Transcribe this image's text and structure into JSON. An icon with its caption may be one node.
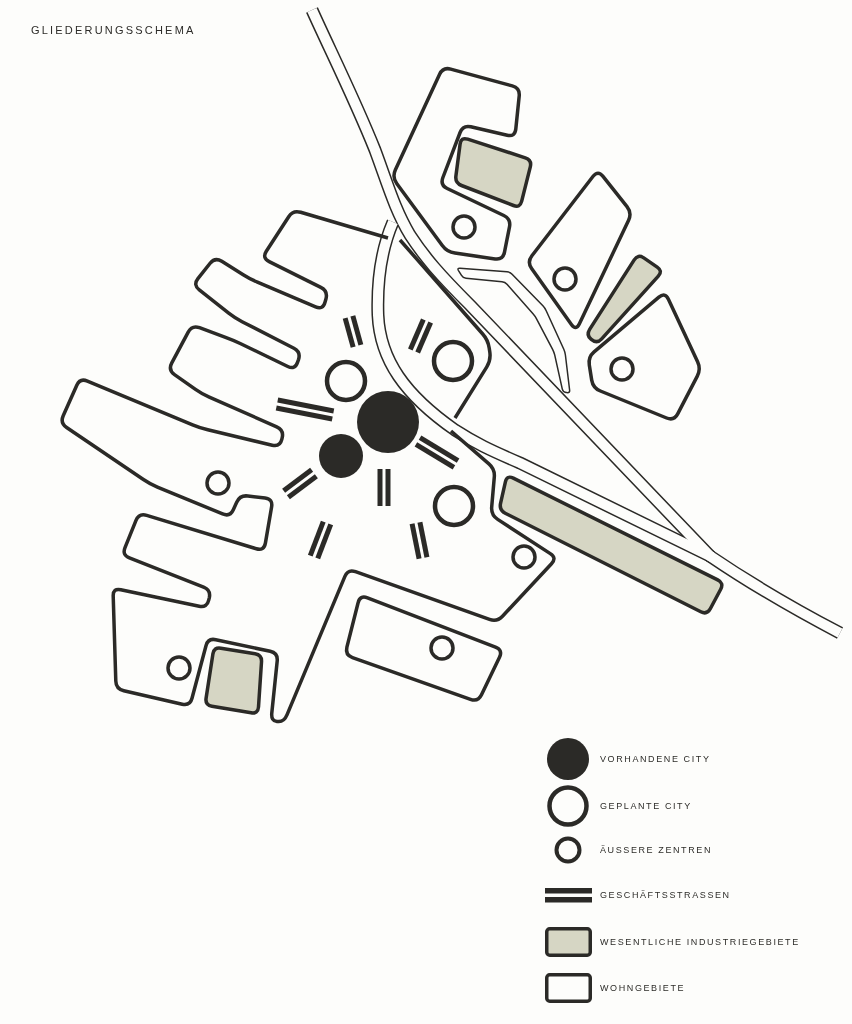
{
  "diagram": {
    "title": "GLIEDERUNGSSCHEMA",
    "legend": [
      {
        "text": "VORHANDENE CITY"
      },
      {
        "text": "GEPLANTE CITY"
      },
      {
        "text": "ÄUSSERE ZENTREN"
      },
      {
        "text": "GESCHÄFTSSTRASSEN"
      },
      {
        "text": "WESENTLICHE INDUSTRIEGEBIETE",
        "color": "#d6d6c4"
      },
      {
        "text": "WOHNGEBIETE"
      }
    ]
  }
}
